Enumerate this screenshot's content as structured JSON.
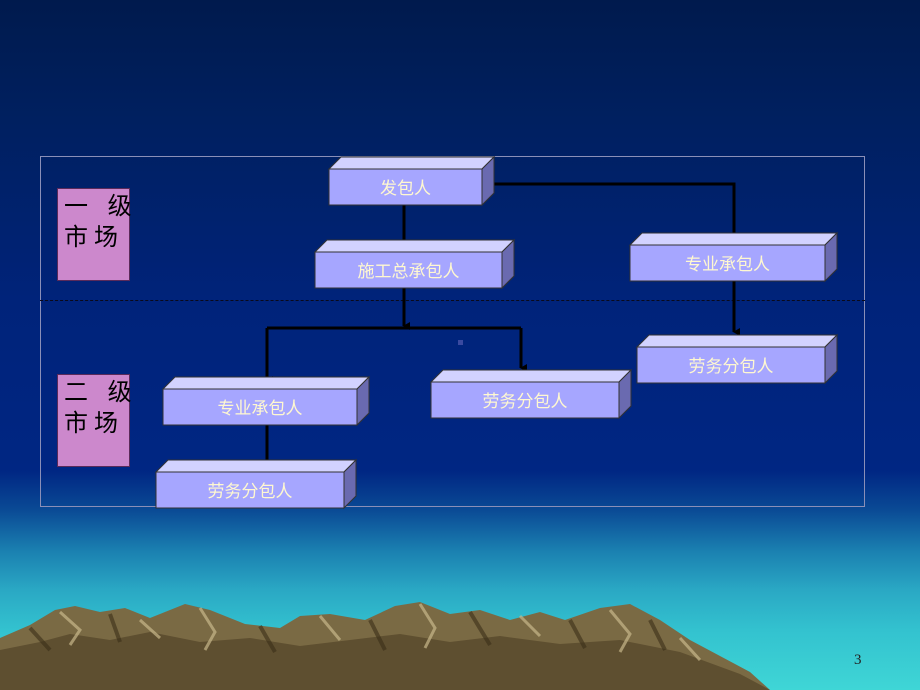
{
  "levels": {
    "primary": {
      "line1": "一 级",
      "line2": "市场"
    },
    "secondary": {
      "line1": "二 级",
      "line2": "市场"
    }
  },
  "boxes": {
    "employer": "发包人",
    "general_contractor": "施工总承包人",
    "specialty_contractor_primary": "专业承包人",
    "labor_subcontractor_primary": "劳务分包人",
    "specialty_contractor_secondary": "专业承包人",
    "labor_subcontractor_secondary_mid": "劳务分包人",
    "labor_subcontractor_secondary_bottom": "劳务分包人"
  },
  "page_number": "3",
  "colors": {
    "box_face": "#a6a6ff",
    "box_top": "#d2d2ff",
    "box_side": "#6a6ab0",
    "box_text": "#fff8d0",
    "level_fill": "#cc88cc",
    "connector": "#000000"
  }
}
